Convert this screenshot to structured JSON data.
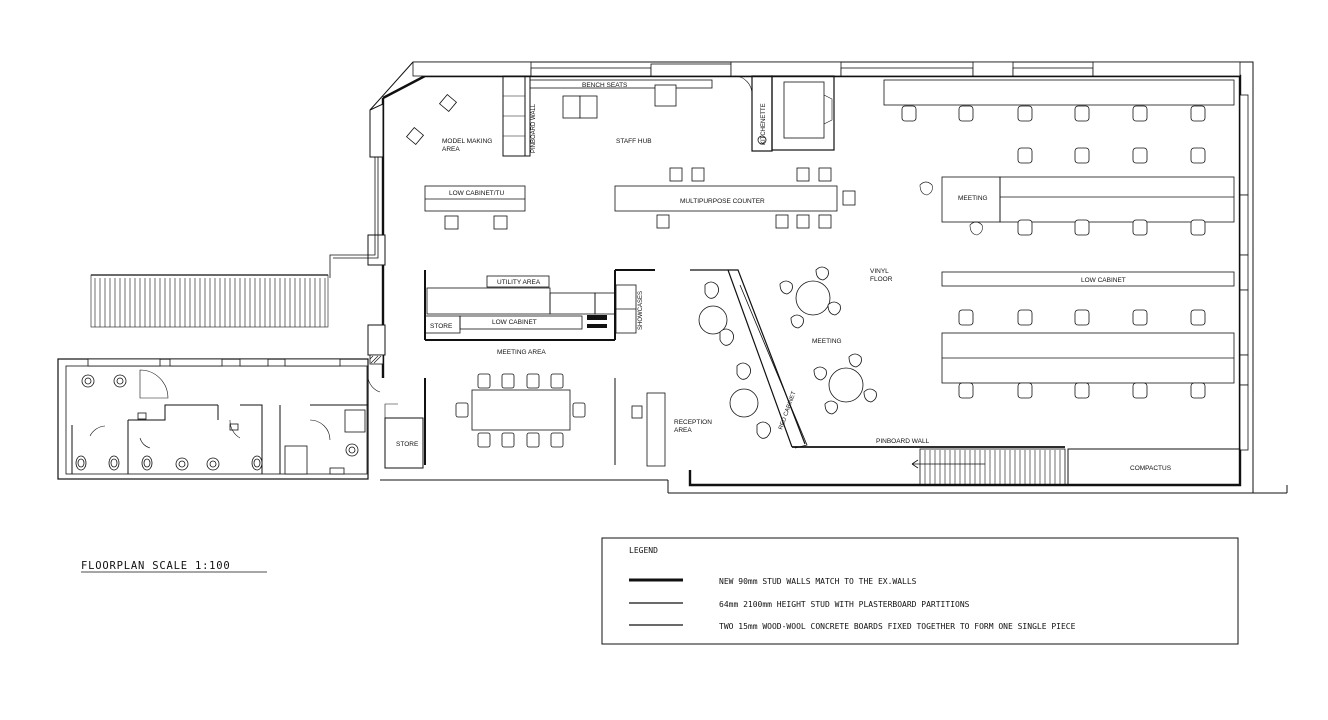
{
  "title": "FLOORPLAN SCALE 1:100",
  "rooms": {
    "bench_seats": "BENCH SEATS",
    "pinboard_wall_top": "PINBOARD WALL",
    "kitchenette": "KITCHENETTE",
    "model_making_1": "MODEL MAKING",
    "model_making_2": "AREA",
    "staff_hub": "STAFF HUB",
    "low_cabinet_tu": "LOW CABINET/TU",
    "multipurpose_counter": "MULTIPURPOSE COUNTER",
    "meeting_right": "MEETING",
    "vinyl_1": "VINYL",
    "vinyl_2": "FLOOR",
    "low_cabinet_right": "LOW CABINET",
    "utility_area": "UTILITY AREA",
    "store_mid": "STORE",
    "low_cabinet_mid": "LOW CABINET",
    "showcases": "SHOWCASES",
    "meeting_area": "MEETING AREA",
    "meeting_round": "MEETING",
    "reception_1": "RECEPTION",
    "reception_2": "AREA",
    "red_cabinet": "RED CABINET",
    "pinboard_wall_bottom": "PINBOARD WALL",
    "compactus": "COMPACTUS",
    "store_bottom": "STORE"
  },
  "legend": {
    "title": "LEGEND",
    "items": [
      "NEW 90mm STUD WALLS MATCH TO THE EX.WALLS",
      "64mm 2100mm HEIGHT STUD WITH PLASTERBOARD PARTITIONS",
      "TWO 15mm WOOD-WOOL CONCRETE BOARDS FIXED TOGETHER TO FORM ONE SINGLE PIECE"
    ]
  }
}
